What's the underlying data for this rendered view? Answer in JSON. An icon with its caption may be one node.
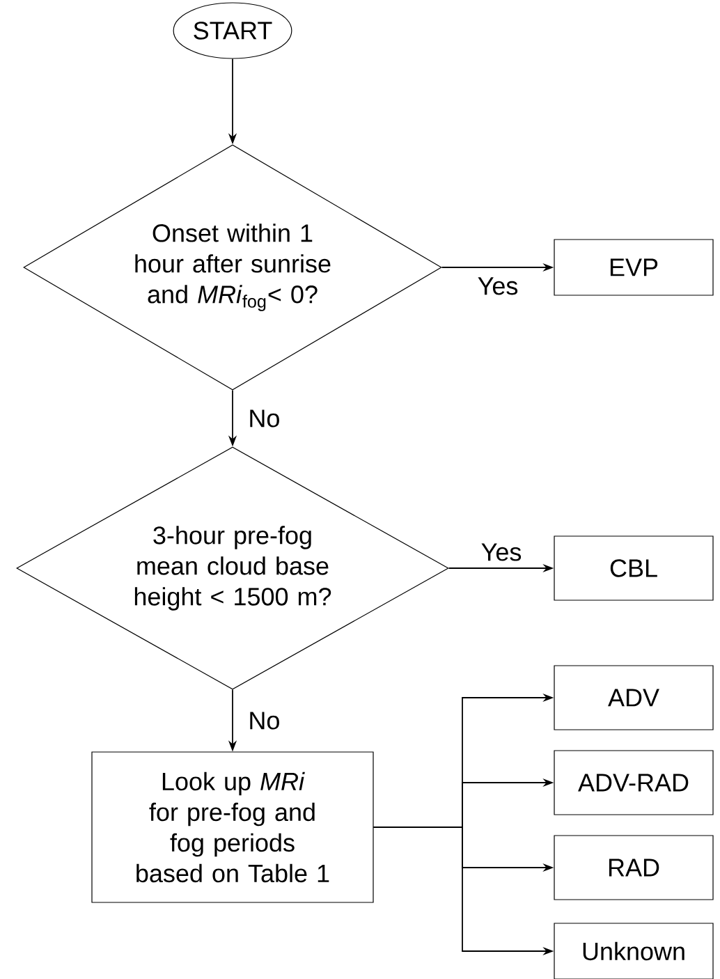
{
  "diagram": {
    "nodes": [
      {
        "text": [
          "START"
        ]
      },
      {
        "text": [
          "Onset within 1 hour after sunrise and *MRi*$_{fog}$< 0?"
        ]
      },
      {
        "text": [
          "EVP"
        ]
      },
      {
        "text": [
          "3-hour pre-fog mean cloud base height < 1500 m?"
        ]
      },
      {
        "text": [
          "CBL"
        ]
      },
      {
        "text": [
          "Look up *MRi* for pre-fog and fog periods based on Table 1"
        ]
      },
      {
        "text": [
          "ADV"
        ]
      },
      {
        "text": [
          "ADV-RAD"
        ]
      },
      {
        "text": [
          "RAD"
        ]
      },
      {
        "text": [
          "Unknown"
        ]
      }
    ],
    "edges": [
      {
        "from": 0,
        "to": 1,
        "arrow": "to"
      },
      {
        "from": 1,
        "to": 2,
        "arrow": "to",
        "label": "Yes"
      },
      {
        "from": 1,
        "to": 3,
        "arrow": "to",
        "label": "No"
      },
      {
        "from": 3,
        "to": 4,
        "arrow": "to",
        "label": "Yes"
      },
      {
        "from": 3,
        "to": 5,
        "arrow": "to",
        "label": "No"
      },
      {
        "from": 5,
        "to": 6,
        "arrow": "to"
      },
      {
        "from": 5,
        "to": 7,
        "arrow": "to"
      },
      {
        "from": 5,
        "to": 8,
        "arrow": "to"
      },
      {
        "from": 5,
        "to": 9,
        "arrow": "to"
      }
    ]
  }
}
